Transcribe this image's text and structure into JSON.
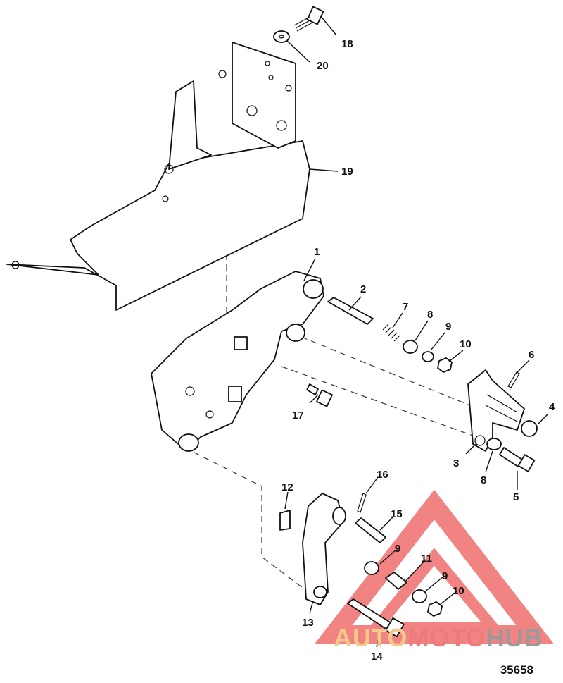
{
  "diagram": {
    "figure_number": "35658",
    "callouts": [
      "1",
      "2",
      "3",
      "4",
      "5",
      "6",
      "7",
      "8",
      "8",
      "9",
      "9",
      "9",
      "10",
      "10",
      "11",
      "12",
      "13",
      "14",
      "15",
      "16",
      "17",
      "18",
      "19",
      "20"
    ]
  },
  "watermark": {
    "part1": "AUTO",
    "part2": "MOTO",
    "part3": "HUB",
    "colors": {
      "triangle": "#ee5a5a",
      "auto": "#f2c98a",
      "moto": "#ee7b7b",
      "hub": "#9a9a9a"
    }
  }
}
